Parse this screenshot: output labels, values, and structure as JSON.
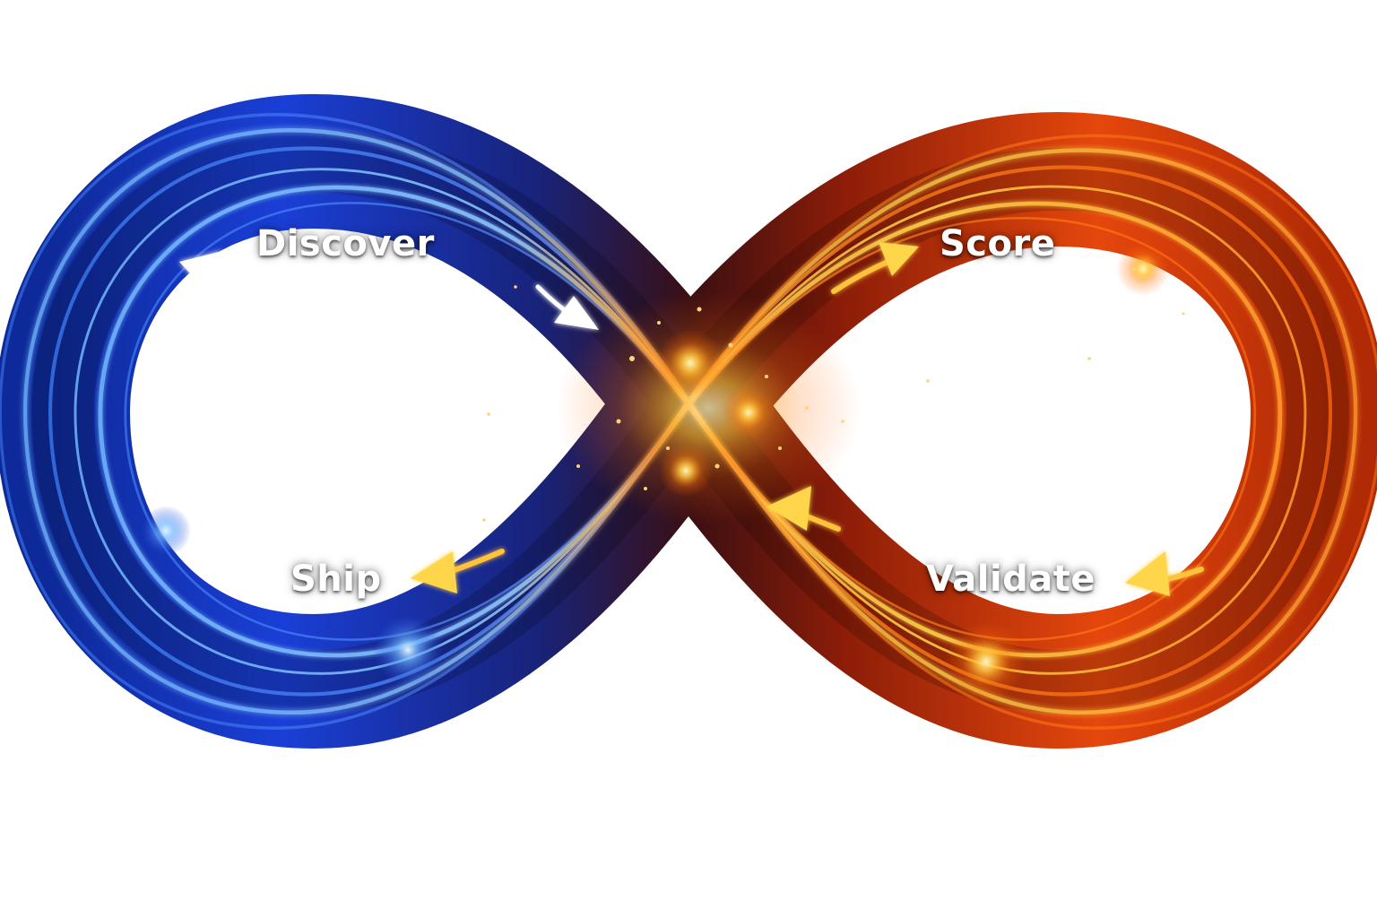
{
  "diagram": {
    "type": "infinity-loop",
    "colors": {
      "left_loop": "#1a3fd6",
      "left_loop_highlight": "#6fb6ff",
      "right_loop": "#e5470c",
      "right_loop_highlight": "#ffd54a",
      "crossing_glow": "#ffc23a",
      "background": "#ffffff"
    },
    "stages": [
      {
        "id": "discover",
        "label": "Discover"
      },
      {
        "id": "score",
        "label": "Score"
      },
      {
        "id": "validate",
        "label": "Validate"
      },
      {
        "id": "ship",
        "label": "Ship"
      }
    ],
    "arrows": [
      {
        "name": "arrow-up-left-icon"
      },
      {
        "name": "arrow-down-right-icon"
      },
      {
        "name": "arrow-up-right-icon"
      },
      {
        "name": "arrow-left-lower-right-icon"
      },
      {
        "name": "arrow-left-middle-icon"
      },
      {
        "name": "arrow-left-lower-left-icon"
      }
    ]
  }
}
